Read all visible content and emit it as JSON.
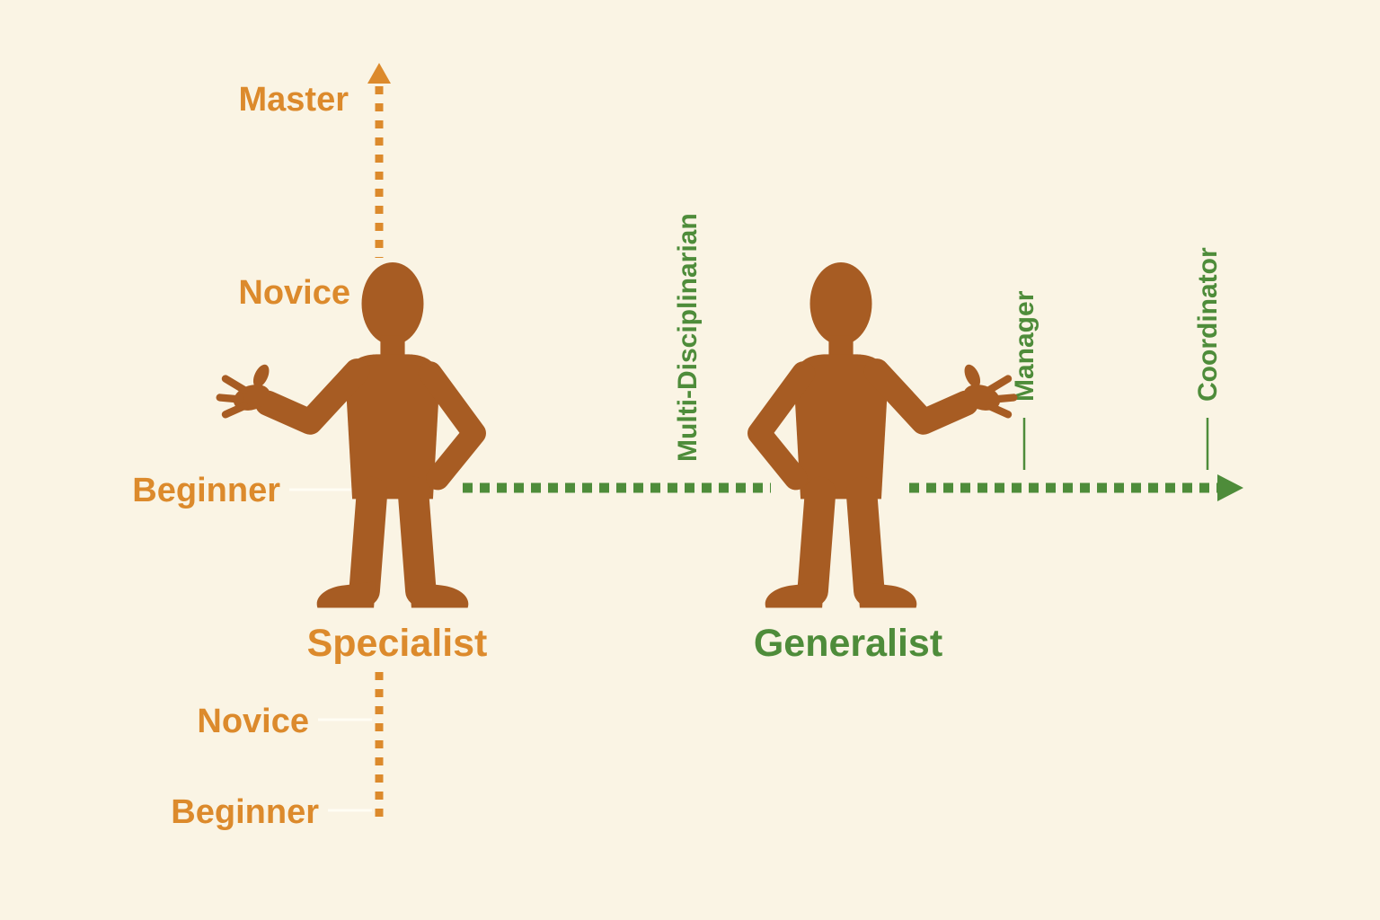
{
  "colors": {
    "background": "#faf4e4",
    "orange": "#dc8a2c",
    "green": "#4e8c3a",
    "figure": "#a75c23",
    "tick": "#fffdf4"
  },
  "specialist_axis": {
    "title": "Specialist",
    "labels_above": [
      "Master",
      "Novice",
      "Beginner"
    ],
    "labels_below": [
      "Novice",
      "Beginner"
    ]
  },
  "generalist_axis": {
    "title": "Generalist",
    "labels": [
      "Multi-Disciplinarian",
      "Manager",
      "Coordinator"
    ]
  },
  "icons": {
    "specialist_figure": "person-silhouette",
    "generalist_figure": "person-silhouette",
    "specialist_axis_arrow": "arrow-up",
    "generalist_axis_arrow": "arrow-right"
  }
}
